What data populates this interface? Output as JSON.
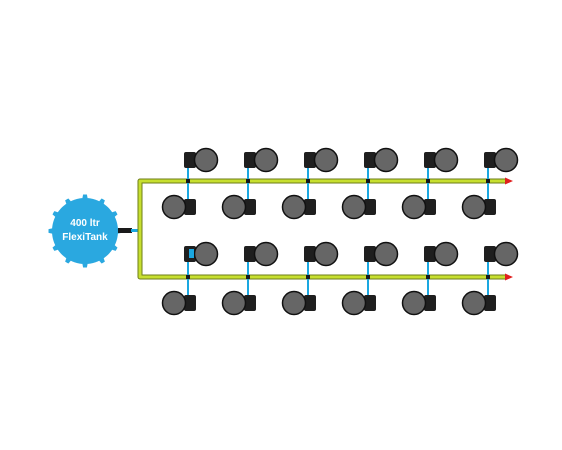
{
  "tank": {
    "line1": "400 ltr",
    "line2": "FlexiTank",
    "color": "#2aa8e0"
  },
  "colors": {
    "main_pipe": "#c7df2f",
    "main_pipe_outline": "#6e7d1a",
    "feed_line": "#1aa7e0",
    "pot": "#666666",
    "pot_outline": "#111111",
    "pot_body": "#1f1f1f",
    "valve": "#1a1a1a",
    "end_arrow": "#e0201f"
  },
  "icons": {
    "tank": "round-water-tank-icon",
    "pot": "plant-pot-icon",
    "valve": "inline-valve-icon",
    "pipe_end": "red-end-cap-arrow-icon"
  },
  "system": {
    "main_lines": 2,
    "pots_per_line": 12,
    "total_pots": 24
  }
}
